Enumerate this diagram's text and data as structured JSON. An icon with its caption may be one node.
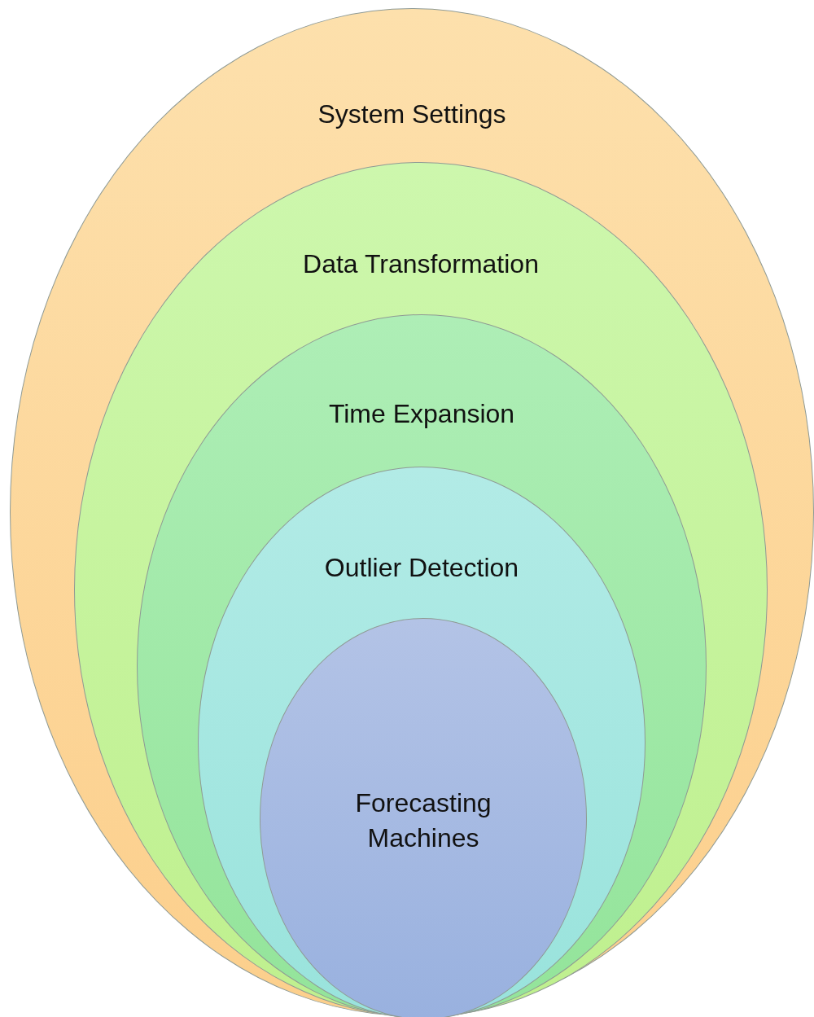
{
  "diagram": {
    "nodes": [
      {
        "text": [
          "System Settings"
        ]
      },
      {
        "text": [
          "Data Transformation"
        ],
        "in": 0
      },
      {
        "text": [
          "Time Expansion"
        ],
        "in": 1
      },
      {
        "text": [
          "Outlier Detection"
        ],
        "in": 2
      },
      {
        "text": [
          "Forecasting Machines"
        ],
        "in": 3
      }
    ]
  }
}
